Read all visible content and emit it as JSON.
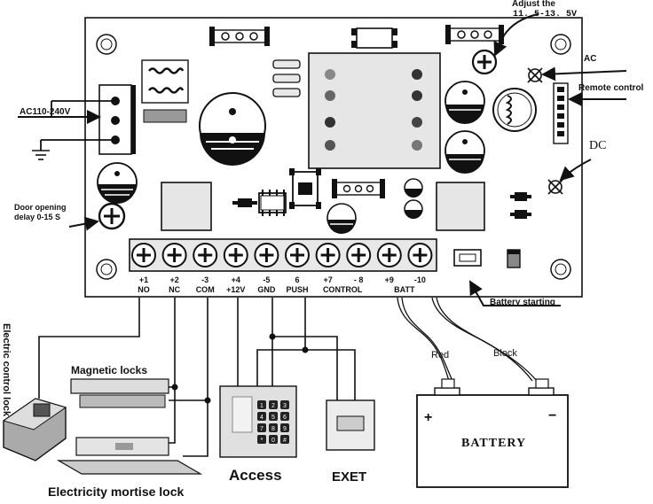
{
  "labels": {
    "adjust_title": "Adjust the",
    "adjust_range": "11. 5-13. 5V",
    "ac": "AC",
    "remote_control": "Remote control",
    "dc": "DC",
    "ac_input": "AC110-240V",
    "door_delay_line1": "Door opening",
    "door_delay_line2": "delay 0-15 S",
    "battery_starting": "Battery starting",
    "electric_control_lock": "Electric control lock",
    "magnetic_locks": "Magnetic locks",
    "mortise_lock": "Electricity mortise lock",
    "access": "Access",
    "exit": "EXET",
    "red": "Red",
    "black": "Block",
    "battery": "BATTERY",
    "plus": "+",
    "minus": "−"
  },
  "terminals": [
    {
      "num": "+1",
      "name": "NO"
    },
    {
      "num": "+2",
      "name": "NC"
    },
    {
      "num": "-3",
      "name": "COM"
    },
    {
      "num": "+4",
      "name": "+12V"
    },
    {
      "num": "-5",
      "name": "GND"
    },
    {
      "num": "6",
      "name": "PUSH"
    },
    {
      "num": "+7",
      "name": ""
    },
    {
      "num": "- 8",
      "name": "CONTROL"
    },
    {
      "num": "+9",
      "name": "BATT"
    },
    {
      "num": "-10",
      "name": ""
    }
  ],
  "keypad_keys": [
    "1",
    "2",
    "3",
    "4",
    "5",
    "6",
    "7",
    "8",
    "9",
    "*",
    "0",
    "#"
  ]
}
